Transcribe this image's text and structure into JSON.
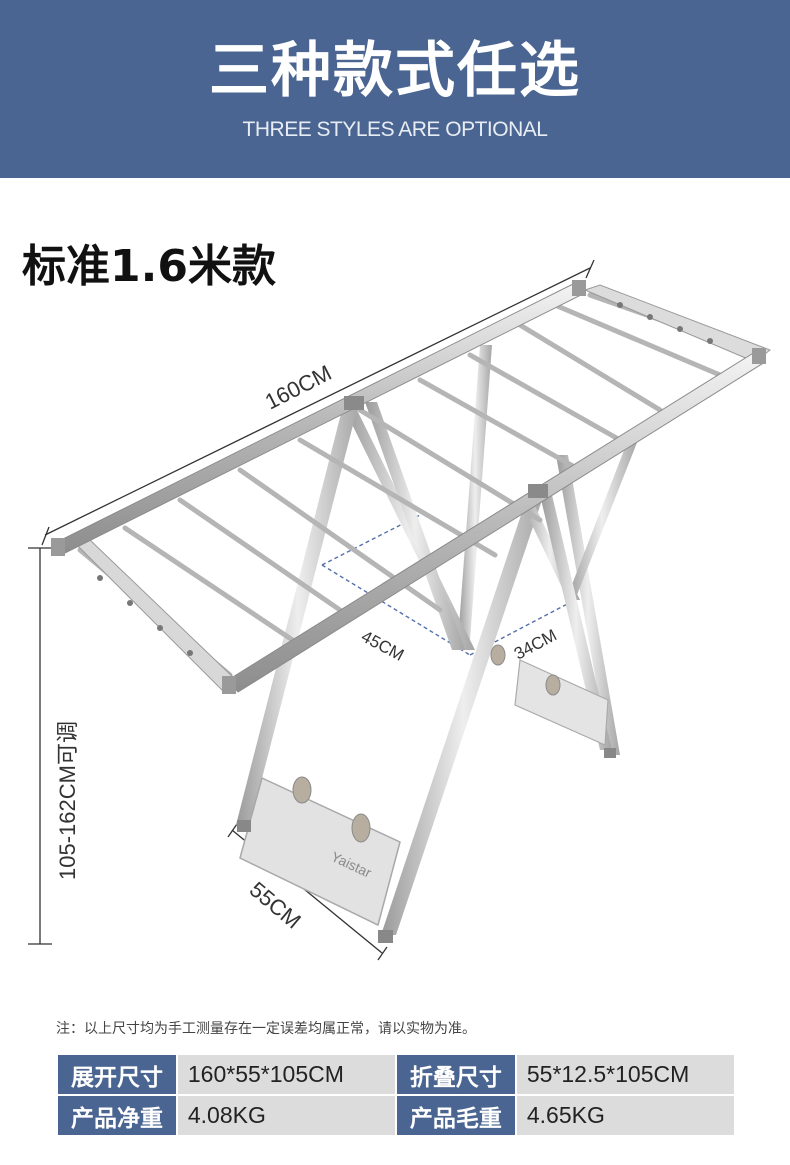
{
  "banner": {
    "title": "三种款式任选",
    "subtitle": "THREE STYLES ARE OPTIONAL"
  },
  "model": {
    "title": "标准1.6米款"
  },
  "dimensions": {
    "length": "160CM",
    "height": "105-162CM可调",
    "inner_depth": "45CM",
    "inner_width": "34CM",
    "base_width": "55CM"
  },
  "brand_mark": "Yaistar",
  "note": "注：以上尺寸均为手工测量存在一定误差均属正常，请以实物为准。",
  "specs": [
    {
      "label": "展开尺寸",
      "value": "160*55*105CM"
    },
    {
      "label": "折叠尺寸",
      "value": "55*12.5*105CM"
    },
    {
      "label": "产品净重",
      "value": "4.08KG"
    },
    {
      "label": "产品毛重",
      "value": "4.65KG"
    }
  ],
  "colors": {
    "banner": "#4a6591",
    "spec_label": "#4a6591",
    "spec_value": "#dcdcdc"
  }
}
